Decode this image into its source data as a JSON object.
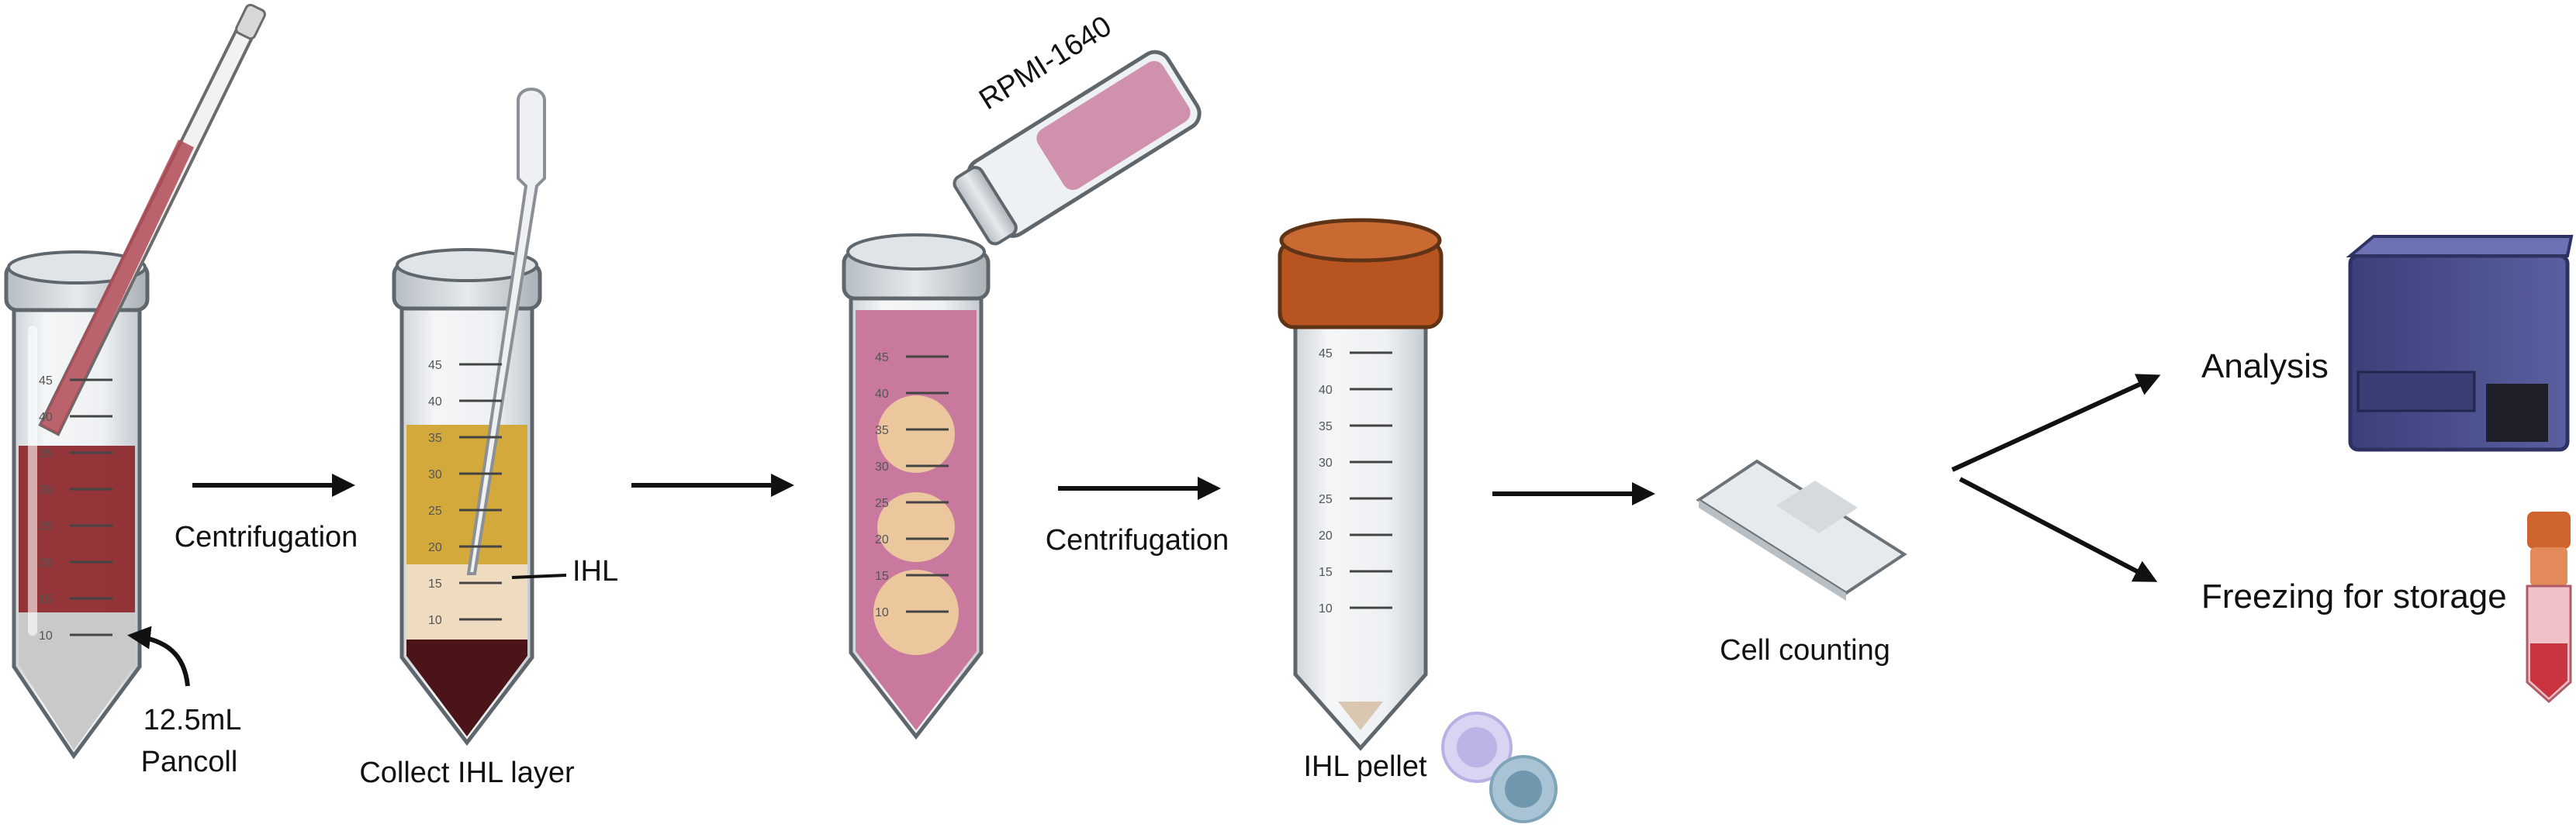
{
  "labels": {
    "step1_volume": "12.5mL",
    "step1_reagent": "Pancoll",
    "step1_arrow": "Centrifugation",
    "step2_caption": "Collect IHL layer",
    "step2_layer": "IHL",
    "step3_reagent": "RPMI-1640",
    "step3_arrow": "Centrifugation",
    "step4_caption": "IHL pellet",
    "step5_caption": "Cell counting",
    "out_analysis": "Analysis",
    "out_freezing": "Freezing for storage"
  },
  "tube_marks": [
    "45",
    "40",
    "35",
    "30",
    "25",
    "20",
    "15",
    "10"
  ],
  "colors": {
    "blood": "#8e2a2e",
    "pancoll": "#c9c9c9",
    "plasma": "#d2a93a",
    "ihl_band": "#efdcc0",
    "rbc_pellet": "#4a1418",
    "rpmi": "#c8799d",
    "cap_orange": "#b8541f",
    "instrument": "#4a4f8c",
    "arrow": "#111111"
  },
  "icons": [
    "serological-pipette-icon",
    "transfer-pipette-icon",
    "conical-tube-icon",
    "slide-icon",
    "flow-cytometer-icon",
    "cryovial-icon",
    "cell-icon"
  ]
}
